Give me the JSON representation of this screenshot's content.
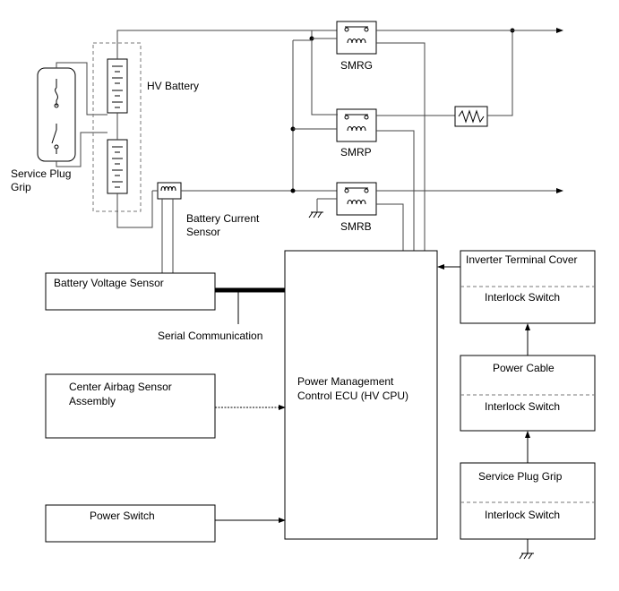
{
  "labels": {
    "hv_battery": "HV Battery",
    "service_plug_grip_1": "Service Plug",
    "service_plug_grip_2": "Grip",
    "smrg": "SMRG",
    "smrp": "SMRP",
    "smrb": "SMRB",
    "battery_current_sensor_1": "Battery Current",
    "battery_current_sensor_2": "Sensor",
    "battery_voltage_sensor": "Battery Voltage Sensor",
    "serial_communication": "Serial Communication",
    "center_airbag_1": "Center Airbag Sensor",
    "center_airbag_2": "Assembly",
    "power_management_1": "Power Management",
    "power_management_2": "Control ECU (HV CPU)",
    "power_switch": "Power Switch",
    "inverter_terminal_cover": "Inverter Terminal Cover",
    "interlock_switch_1": "Interlock Switch",
    "power_cable": "Power Cable",
    "interlock_switch_2": "Interlock Switch",
    "service_plug_grip_box": "Service Plug Grip",
    "interlock_switch_3": "Interlock Switch"
  }
}
